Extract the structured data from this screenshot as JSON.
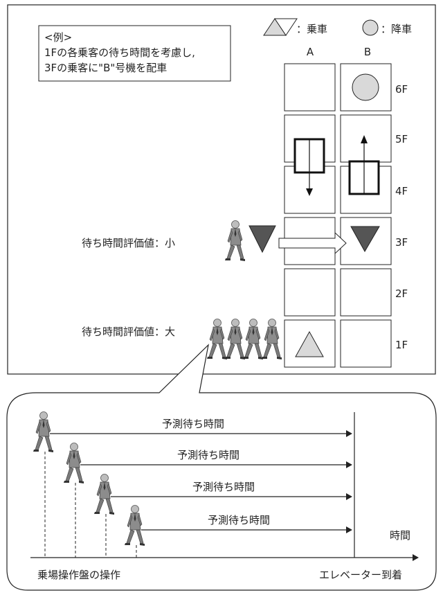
{
  "example_box": {
    "lines": [
      "<例>",
      "1Fの各乗客の待ち時間を考慮し,",
      "3Fの乗客に\"B\"号機を配車"
    ]
  },
  "legend": {
    "board_label": "：乗車",
    "alight_label": "：降車"
  },
  "columns": [
    "A",
    "B"
  ],
  "floors": [
    "6F",
    "5F",
    "4F",
    "3F",
    "2F",
    "1F"
  ],
  "waiting_labels": {
    "small": "待ち時間評価値：小",
    "large": "待ち時間評価値：大"
  },
  "timeline": {
    "arrow_labels": [
      "予測待ち時間",
      "予測待ち時間",
      "予測待ち時間",
      "予測待ち時間"
    ],
    "time_label": "時間",
    "start_label": "乗場操作盤の操作",
    "end_label": "エレベーター到着"
  },
  "colors": {
    "line": "#222222",
    "down_triangle": "#555555",
    "up_triangle": "#d9d9d9",
    "circle": "#d9d9d9",
    "person_suit": "#8c8c8c",
    "person_dark": "#4a4a4a"
  }
}
